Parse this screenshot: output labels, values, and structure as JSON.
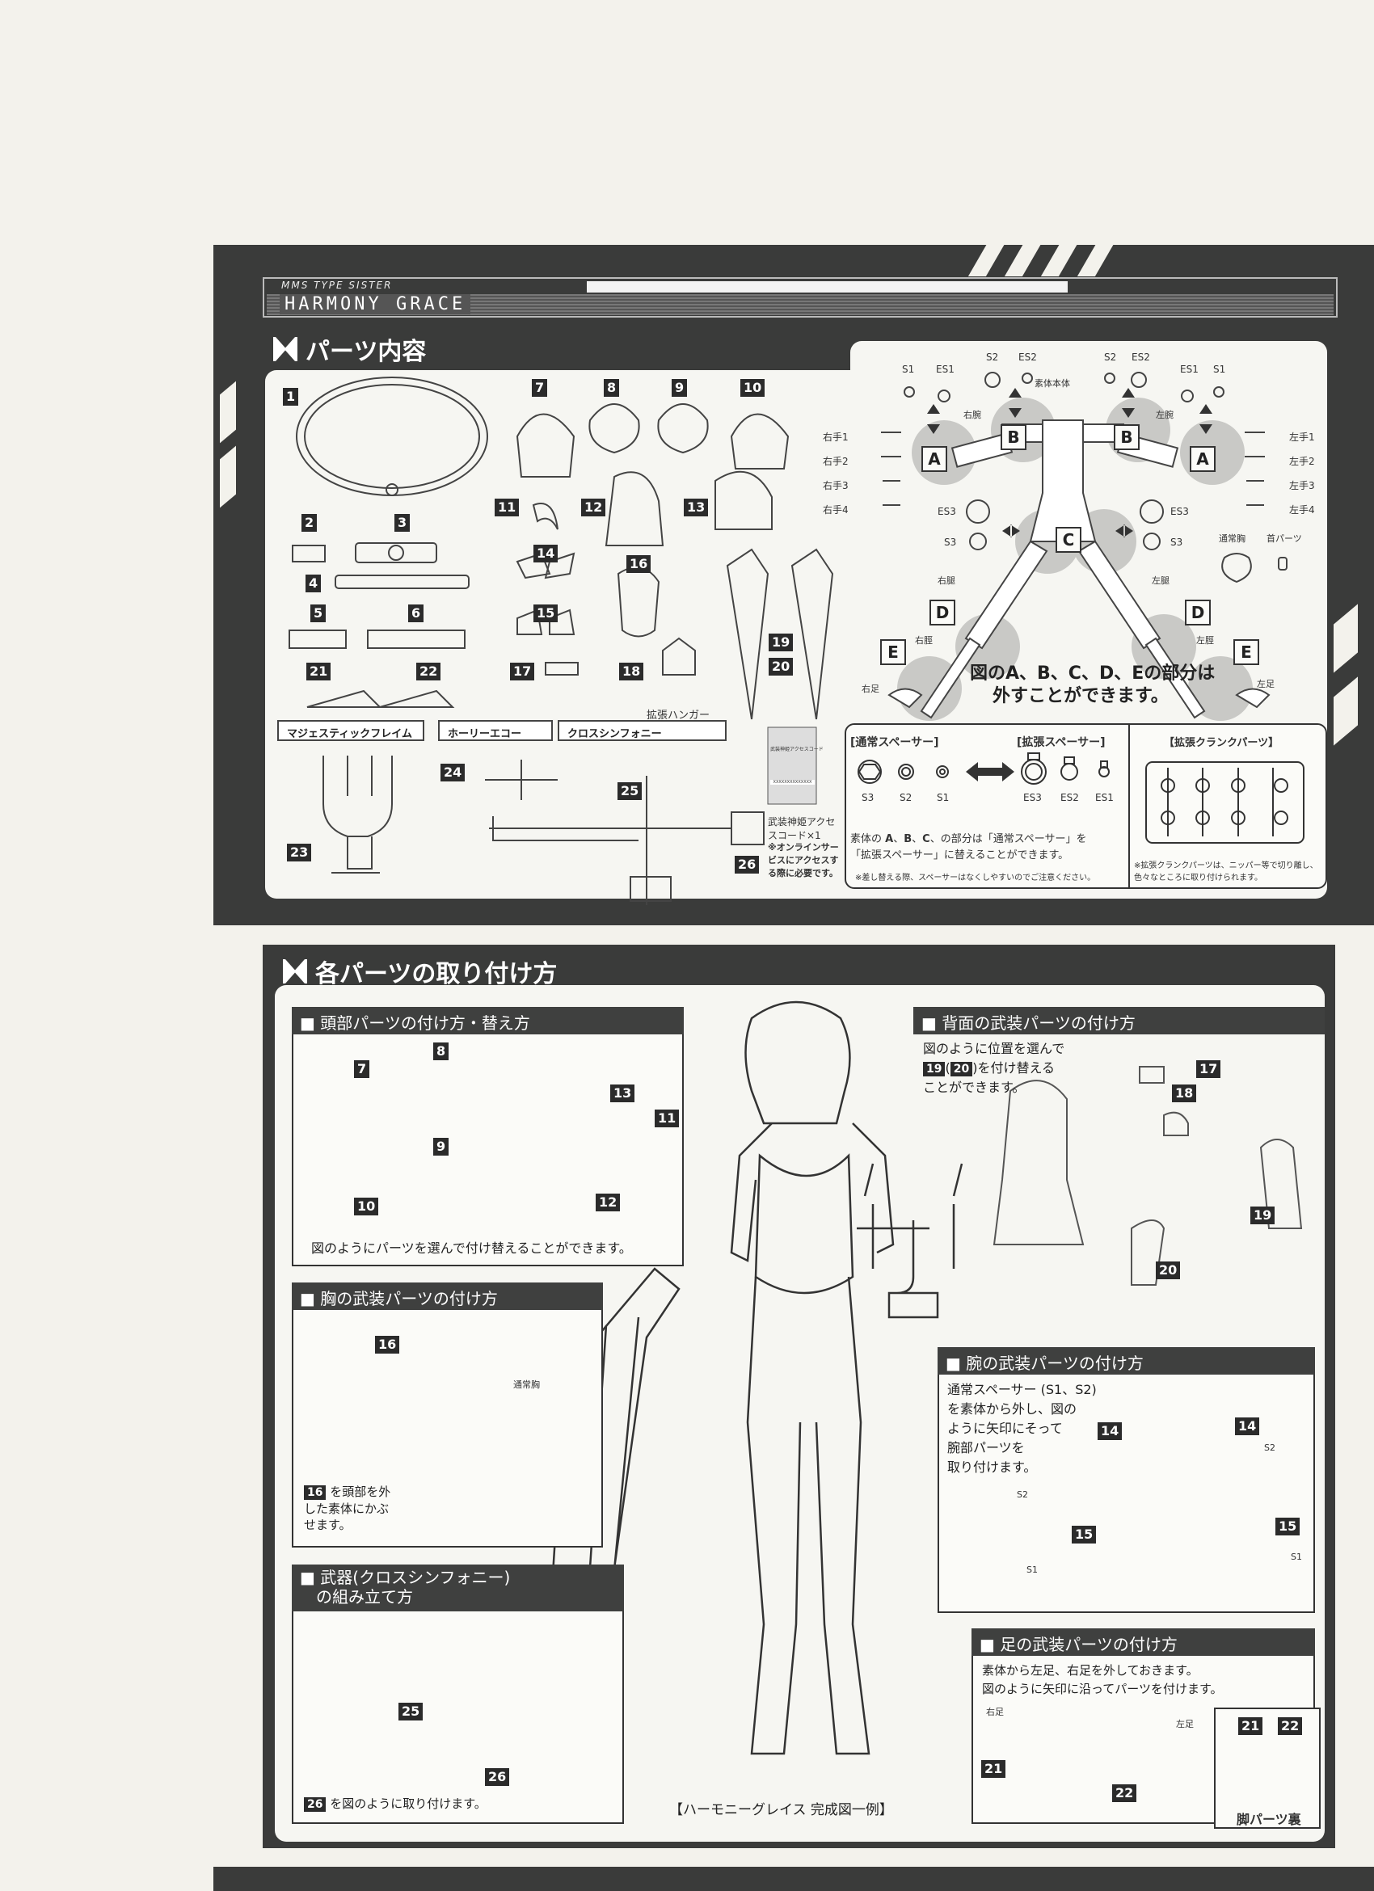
{
  "header": {
    "subtitle": "MMS TYPE SISTER",
    "title": "HARMONY GRACE"
  },
  "parts_section": {
    "heading": "パーツ内容",
    "part_numbers": [
      "1",
      "2",
      "3",
      "4",
      "5",
      "6",
      "7",
      "8",
      "9",
      "10",
      "11",
      "12",
      "13",
      "14",
      "15",
      "16",
      "17",
      "18",
      "19",
      "20",
      "21",
      "22",
      "23",
      "24",
      "25",
      "26"
    ],
    "hanger_label": "拡張ハンガー",
    "series_banners": [
      "マジェスティックフレイム",
      "ホーリーエコー",
      "クロスシンフォニー"
    ],
    "access_card": {
      "card_title": "武装神姫アクセスコード",
      "code": "XXXXXXXXXXXXXX",
      "caption": "武装神姫アクセスコード×1",
      "note": "※オンラインサービスにアクセスする際に必要です。"
    },
    "body_diagram": {
      "top_spacers": [
        "S1",
        "ES1",
        "S2",
        "ES2",
        "S2",
        "ES2",
        "ES1",
        "S1"
      ],
      "body_label": "素体本体",
      "right_arm": "右腕",
      "left_arm": "左腕",
      "right_hands": [
        "右手1",
        "右手2",
        "右手3",
        "右手4"
      ],
      "left_hands": [
        "左手1",
        "左手2",
        "左手3",
        "左手4"
      ],
      "es3": "ES3",
      "s3": "S3",
      "normal_chest": "通常胸",
      "neck_part": "首パーツ",
      "right_thigh": "右腿",
      "left_thigh": "左腿",
      "right_shin": "右脛",
      "left_shin": "左脛",
      "right_foot": "右足",
      "left_foot": "左足",
      "joints": [
        "A",
        "B",
        "C",
        "D",
        "E"
      ],
      "caption_1": "図のA、B、C、D、Eの部分は",
      "caption_2": "外すことができます。"
    },
    "spacers": {
      "normal_title": "[通常スペーサー]",
      "extended_title": "[拡張スペーサー]",
      "normal": [
        "S3",
        "S2",
        "S1"
      ],
      "extended": [
        "ES3",
        "ES2",
        "ES1"
      ],
      "desc_prefix": "素体の",
      "desc_suffix": "、の部分は「通常スペーサー」を",
      "desc_line2": "「拡張スペーサー」に替えることができます。",
      "note": "※差し替える際、スペーサーはなくしやすいのでご注意ください。"
    },
    "crank": {
      "title": "【拡張クランクパーツ】",
      "note": "※拡張クランクパーツは、ニッパー等で切り離し、色々なところに取り付けられます。"
    }
  },
  "assembly_section": {
    "heading": "各パーツの取り付け方",
    "head": {
      "title": "頭部パーツの付け方・替え方",
      "text": "図のようにパーツを選んで付け替えることができます。"
    },
    "back": {
      "title": "背面の武装パーツの付け方",
      "text_1": "図のように位置を選んで",
      "text_2_a": "19",
      "text_2_b": "20",
      "text_2_c": "を付け替える",
      "text_3": "ことができます。"
    },
    "chest": {
      "title": "胸の武装パーツの付け方",
      "normal_chest": "通常胸",
      "text": "を頭部を外した素体にかぶせます。"
    },
    "weapon": {
      "title_1": "武器(クロスシンフォニー)",
      "title_2": "の組み立て方",
      "text": "を図のように取り付けます。"
    },
    "arm": {
      "title": "腕の武装パーツの付け方",
      "text": [
        "通常スペーサー (S1、S2)",
        "を素体から外し、図の",
        "ように矢印にそって",
        "腕部パーツを",
        "取り付けます。"
      ],
      "s1": "S1",
      "s2": "S2"
    },
    "leg": {
      "title": "足の武装パーツの付け方",
      "text_1": "素体から左足、右足を外しておきます。",
      "text_2": "図のように矢印に沿ってパーツを付けます。",
      "right_foot": "右足",
      "left_foot": "左足",
      "sole_label": "脚パーツ裏"
    },
    "caption": "【ハーモニーグレイス 完成図一例】"
  }
}
